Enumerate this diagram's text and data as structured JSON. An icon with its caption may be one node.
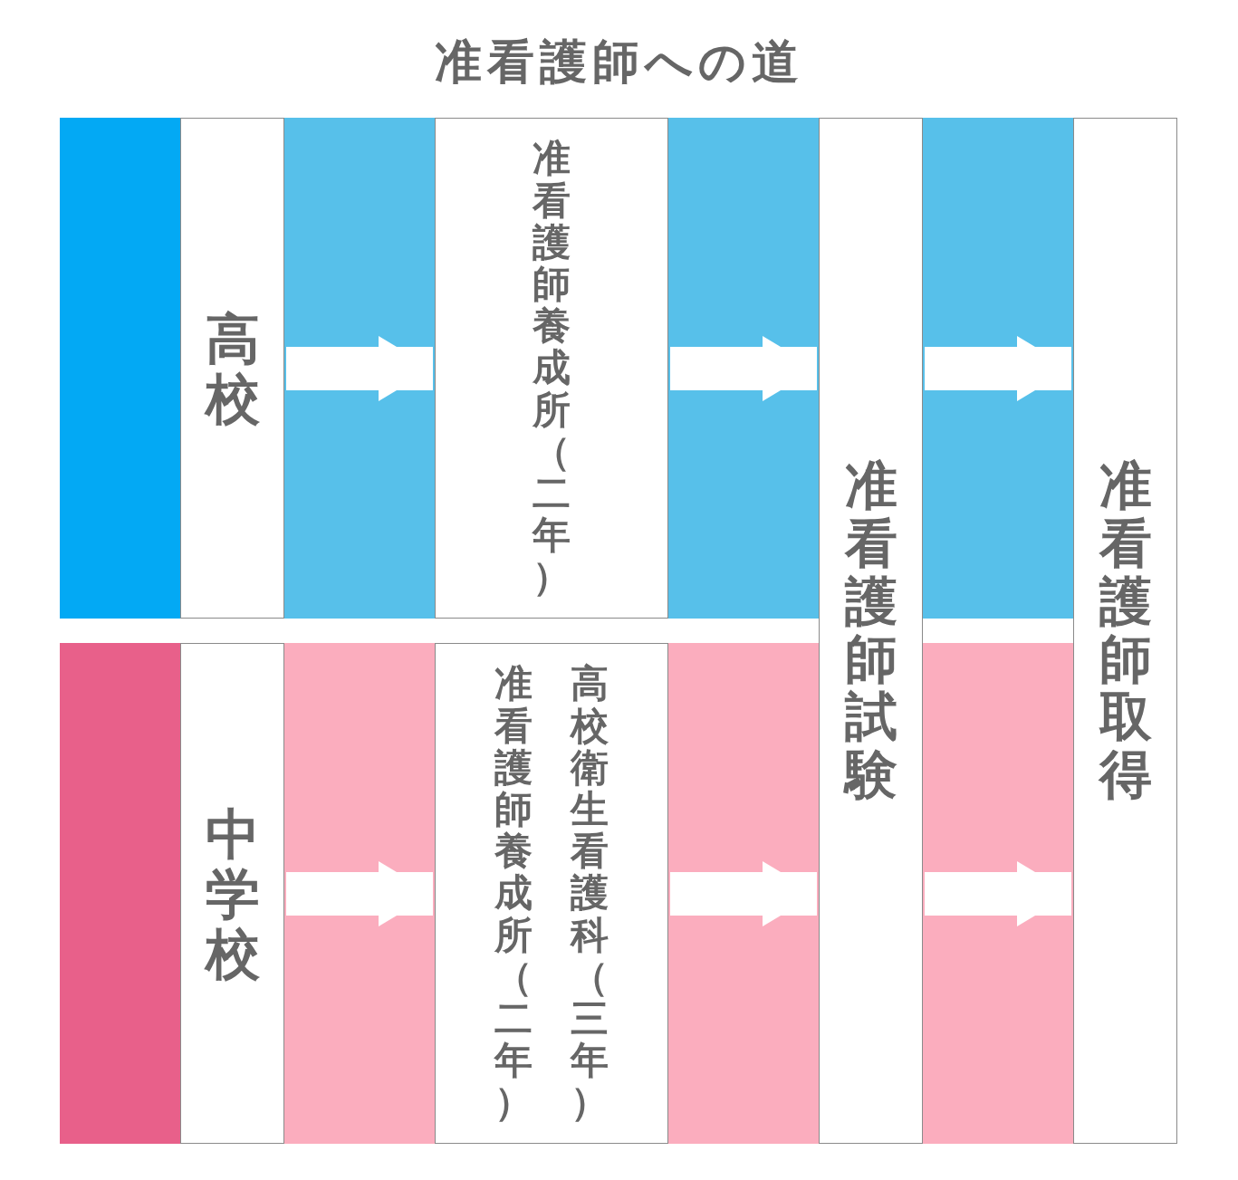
{
  "diagram": {
    "title": "准看護師への道",
    "nodes": [
      {
        "text": [
          "高校"
        ]
      },
      {
        "text": [
          "准看護師養成所（二年）"
        ]
      },
      {
        "text": [
          "准看護師試験"
        ]
      },
      {
        "text": [
          "准看護師取得"
        ]
      },
      {
        "text": [
          "中学校"
        ]
      },
      {
        "text": [
          "准看護師養成所（二年）",
          "高校衛生看護科（三年）"
        ]
      }
    ],
    "edges": [
      {
        "from": 0,
        "to": 1,
        "arrow": "to"
      },
      {
        "from": 1,
        "to": 2,
        "arrow": "to"
      },
      {
        "from": 2,
        "to": 3,
        "arrow": "to"
      },
      {
        "from": 4,
        "to": 5,
        "arrow": "to"
      },
      {
        "from": 5,
        "to": 2,
        "arrow": "to"
      },
      {
        "from": 2,
        "to": 3,
        "arrow": "to"
      }
    ]
  }
}
